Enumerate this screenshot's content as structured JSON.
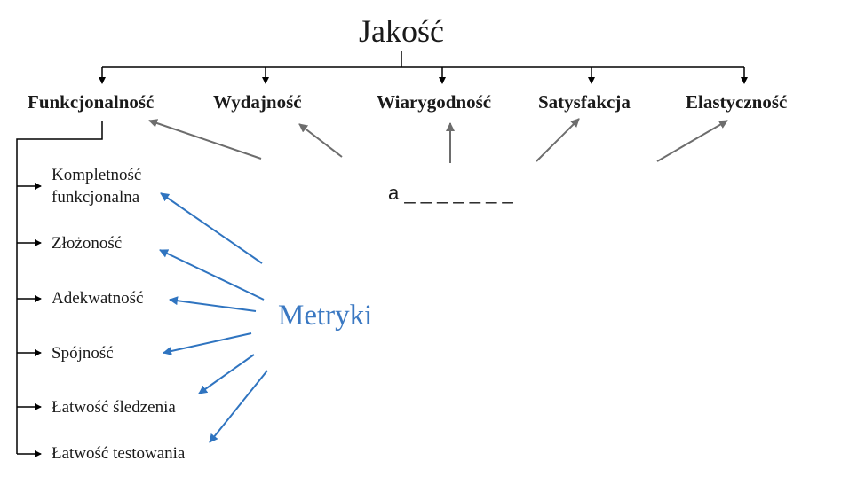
{
  "title": "Jakość",
  "categories": [
    {
      "label": "Funkcjonalność"
    },
    {
      "label": "Wydajność"
    },
    {
      "label": "Wiarygodność"
    },
    {
      "label": "Satysfakcja"
    },
    {
      "label": "Elastyczność"
    }
  ],
  "subcategories": [
    {
      "line1": "Kompletność",
      "line2": "funkcjonalna"
    },
    {
      "line1": "Złożoność"
    },
    {
      "line1": "Adekwatność"
    },
    {
      "line1": "Spójność"
    },
    {
      "line1": "Łatwość śledzenia"
    },
    {
      "line1": "Łatwość testowania"
    }
  ],
  "metrics_label": "Metryki",
  "blank_prefix": "a",
  "blank_line": "_ _ _ _ _ _ _",
  "colors": {
    "text": "#1a1a1a",
    "tree_lines": "#000000",
    "grey_arrows": "#6d6d6d",
    "blue_arrows": "#2f74c0",
    "metrics_text": "#3a78c2"
  }
}
